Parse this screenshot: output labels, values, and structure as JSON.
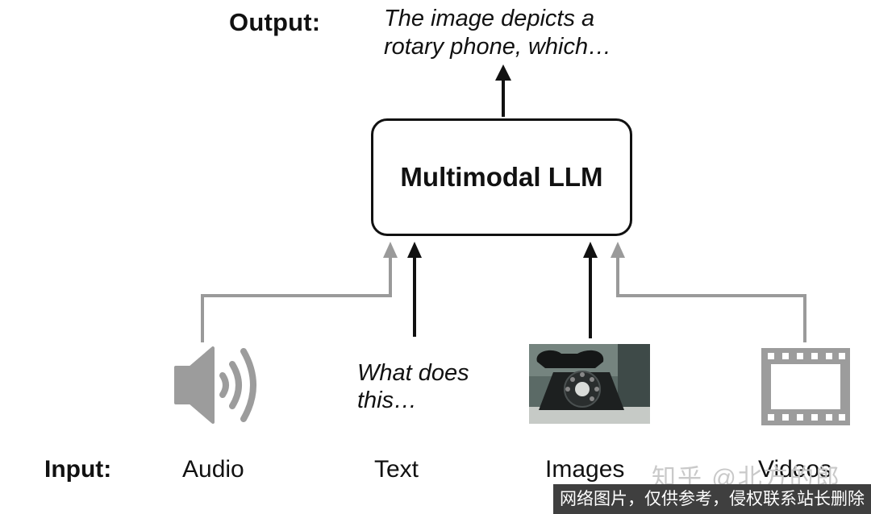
{
  "output": {
    "label": "Output:",
    "text": "The image depicts a\nrotary phone, which…"
  },
  "model": {
    "label": "Multimodal LLM"
  },
  "input": {
    "label": "Input:",
    "modalities": [
      {
        "name": "Audio",
        "connector": "gray",
        "icon": "speaker-icon"
      },
      {
        "name": "Text",
        "connector": "black",
        "snippet": "What does\nthis…"
      },
      {
        "name": "Images",
        "connector": "black",
        "icon": "rotary-phone-photo"
      },
      {
        "name": "Videos",
        "connector": "gray",
        "icon": "film-strip-icon"
      }
    ]
  },
  "colors": {
    "active_arrow": "#111111",
    "inactive_arrow": "#9a9a9a",
    "icon_gray": "#9c9c9c"
  },
  "watermark": {
    "overlay": "知乎 @北方的郎",
    "banner": "网络图片，仅供参考，侵权联系站长删除"
  }
}
